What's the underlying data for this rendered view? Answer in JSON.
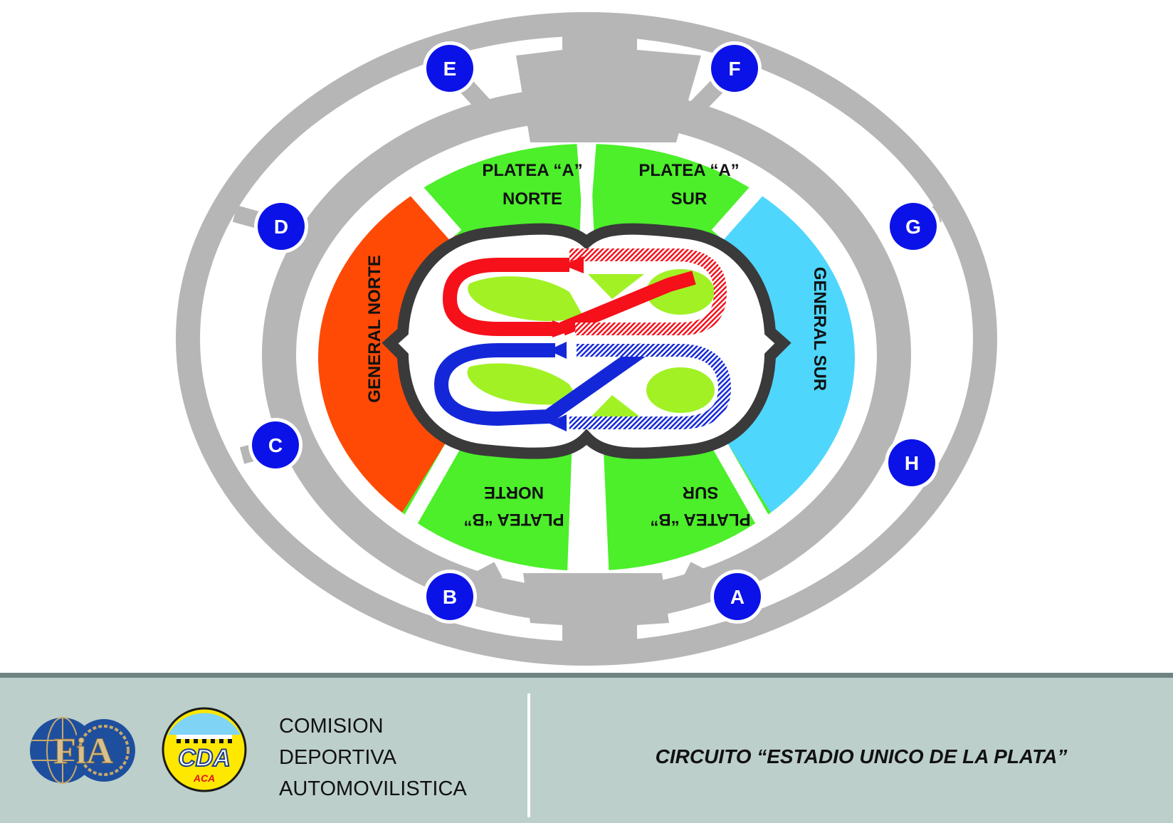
{
  "gates": [
    "E",
    "F",
    "D",
    "G",
    "C",
    "H",
    "B",
    "A"
  ],
  "zones": {
    "platea_a_norte": [
      "PLATEA “A”",
      "NORTE"
    ],
    "platea_a_sur": [
      "PLATEA “A”",
      "SUR"
    ],
    "platea_b_norte": [
      "PLATEA “B”",
      "NORTE"
    ],
    "platea_b_sur": [
      "PLATEA “B”",
      "SUR"
    ],
    "general_norte": "GENERAL NORTE",
    "general_sur": "GENERAL SUR"
  },
  "colors": {
    "platea": "#4cef2a",
    "general_norte": "#ff4a06",
    "general_sur": "#4fd6fd",
    "gate": "#0b12e8",
    "concourse": "#b6b6b6",
    "track_outline": "#3a3a3a",
    "track_red": "#f5101a",
    "track_blue": "#1427d8",
    "infield": "#a2f125",
    "footer_bg": "#bccfcb"
  },
  "footer": {
    "org_name": [
      "COMISION",
      "DEPORTIVA",
      "AUTOMOVILISTICA"
    ],
    "circuit_title": "CIRCUITO “ESTADIO UNICO DE LA PLATA”",
    "logo_fia": "FiA",
    "logo_cda": "CDA",
    "logo_aca": "ACA"
  }
}
